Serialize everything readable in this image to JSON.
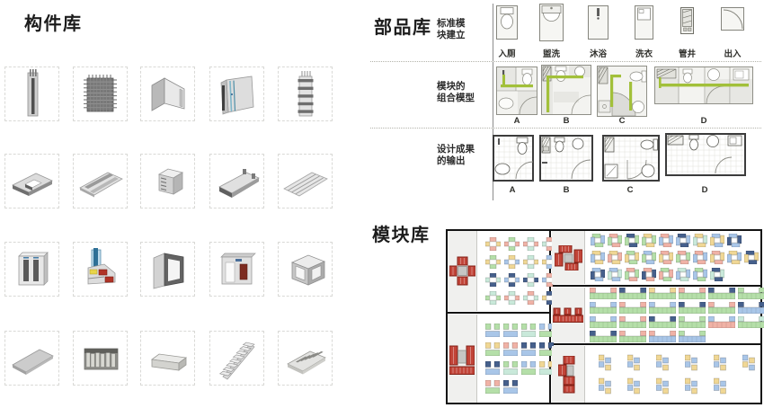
{
  "components": {
    "title": "构件库",
    "items": [
      {
        "name": "pc-beam-column"
      },
      {
        "name": "rebar-mesh-panel"
      },
      {
        "name": "l-shaped-wall-panel"
      },
      {
        "name": "sandwich-wall-panel"
      },
      {
        "name": "rebar-cage-column"
      },
      {
        "name": "notched-floor-slab"
      },
      {
        "name": "flat-rib-panel"
      },
      {
        "name": "precast-beam"
      },
      {
        "name": "edge-slab"
      },
      {
        "name": "ribbed-roof-panel"
      },
      {
        "name": "wall-panel-two-openings"
      },
      {
        "name": "window-frame-profile"
      },
      {
        "name": "door-frame"
      },
      {
        "name": "wall-panel-with-door"
      },
      {
        "name": "box-frame-module"
      },
      {
        "name": "flat-slab"
      },
      {
        "name": "precast-panel-stack"
      },
      {
        "name": "curb-block"
      },
      {
        "name": "precast-stair"
      },
      {
        "name": "slotted-grate-panel"
      }
    ]
  },
  "parts": {
    "title": "部品库",
    "accent_green": "#a2c03a",
    "rows": [
      {
        "label_lines": [
          "标准模",
          "块建立"
        ],
        "fixtures": [
          {
            "label": "入厕",
            "glyph": "toilet"
          },
          {
            "label": "盥洗",
            "glyph": "basin"
          },
          {
            "label": "沐浴",
            "glyph": "shower"
          },
          {
            "label": "洗衣",
            "glyph": "washer"
          },
          {
            "label": "管井",
            "glyph": "shaft"
          },
          {
            "label": "出入",
            "glyph": "entry"
          }
        ]
      },
      {
        "label_lines": [
          "模块的",
          "组合模型"
        ],
        "variants": [
          "A",
          "B",
          "C",
          "D"
        ]
      },
      {
        "label_lines": [
          "设计成果",
          "的输出"
        ],
        "variants": [
          "A",
          "B",
          "C",
          "D"
        ]
      }
    ]
  },
  "modules": {
    "title": "模块库",
    "palette": {
      "pink": "#f0b2a6",
      "yellow": "#f0d795",
      "green": "#b5dfa9",
      "mint": "#c9e9da",
      "blue": "#a9c6e8",
      "navy": "#46608c",
      "red": "#c14438",
      "red_dark": "#822218",
      "gray": "#c6c6c4"
    },
    "panels": [
      {
        "id": "cross-module-panel",
        "module": "cross",
        "cluster": "cross",
        "rows": [
          [
            [
              "pink",
              "yellow"
            ],
            [
              "green",
              "pink"
            ],
            [
              "mint",
              "pink"
            ],
            [
              "pink",
              "mint"
            ]
          ],
          [
            [
              "green",
              "yellow"
            ],
            [
              "yellow",
              "blue"
            ],
            [
              "mint",
              "yellow"
            ],
            [
              "blue",
              "yellow"
            ]
          ],
          [
            [
              "navy",
              "mint"
            ],
            [
              "navy",
              "blue"
            ],
            [
              "mint",
              "navy"
            ],
            [
              "pink",
              "blue"
            ]
          ],
          [
            [
              "mint",
              "green"
            ],
            [
              "mint",
              "pink"
            ],
            [
              "pink",
              "mint"
            ],
            [
              "navy",
              "yellow"
            ]
          ]
        ]
      },
      {
        "id": "pinwheel-module-panel",
        "module": "pinwheel",
        "cluster": "pinwheel",
        "rows": [
          [
            [
              "green",
              "blue"
            ],
            [
              "pink",
              "green"
            ],
            [
              "navy",
              "green"
            ],
            [
              "yellow",
              "green"
            ],
            [
              "pink",
              "blue"
            ],
            [
              "navy",
              "blue"
            ],
            [
              "yellow",
              "mint"
            ],
            [
              "blue",
              "yellow"
            ],
            [
              "blue",
              "navy"
            ]
          ],
          [
            [
              "yellow",
              "blue"
            ],
            [
              "yellow",
              "pink"
            ],
            [
              "green",
              "yellow"
            ],
            [
              "blue",
              "green"
            ],
            [
              "pink",
              "yellow"
            ],
            [
              "pink",
              "green"
            ],
            [
              "pink",
              "blue"
            ],
            [
              "pink",
              "yellow"
            ],
            [
              "yellow",
              "blue"
            ],
            [
              "navy",
              "yellow"
            ]
          ],
          [
            [
              "blue",
              "navy"
            ],
            [
              "blue",
              "mint"
            ],
            [
              "pink",
              "green"
            ],
            [
              "pink",
              "navy"
            ],
            [
              "green",
              "pink"
            ],
            [
              "mint",
              "blue"
            ],
            [
              "green",
              "blue"
            ],
            [
              "navy",
              "mint"
            ]
          ]
        ]
      },
      {
        "id": "u-module-panel",
        "module": "u",
        "cluster": "u",
        "rows": [
          [
            [
              "green",
              "blue"
            ],
            [
              "green",
              "blue"
            ],
            [
              "green",
              "mint"
            ],
            [
              "blue",
              "green"
            ]
          ],
          [
            [
              "yellow",
              "green"
            ],
            [
              "pink",
              "blue"
            ],
            [
              "navy",
              "blue"
            ],
            [
              "navy",
              "green"
            ]
          ],
          [
            [
              "navy",
              "blue"
            ],
            [
              "green",
              "mint"
            ],
            [
              "blue",
              "green"
            ],
            [
              "yellow",
              "mint"
            ]
          ],
          [
            [
              "pink",
              "green"
            ],
            [
              "navy",
              "blue"
            ]
          ]
        ]
      },
      {
        "id": "linear-module-panel",
        "module": "comb",
        "cluster": "linear",
        "rows": [
          [
            [
              "green",
              "pink"
            ],
            [
              "green",
              "navy"
            ],
            [
              "green",
              "yellow"
            ],
            [
              "green",
              "pink"
            ],
            [
              "green",
              "navy"
            ],
            [
              "green",
              "green"
            ]
          ],
          [
            [
              "green",
              "blue"
            ],
            [
              "green",
              "pink"
            ],
            [
              "green",
              "blue"
            ],
            [
              "green",
              "navy"
            ],
            [
              "green",
              "pink"
            ],
            [
              "blue",
              "navy"
            ]
          ],
          [
            [
              "green",
              "blue"
            ],
            [
              "green",
              "pink"
            ],
            [
              "green",
              "navy"
            ],
            [
              "green",
              "green"
            ],
            [
              "pink",
              "blue"
            ],
            [
              "green",
              "mint"
            ]
          ],
          [
            [
              "green",
              "navy"
            ],
            [
              "green",
              "pink"
            ],
            [
              "blue",
              "pink"
            ],
            [
              "blue",
              "green"
            ]
          ]
        ]
      },
      {
        "id": "zigzag-module-panel",
        "module": "s",
        "cluster": "z",
        "rows": [
          [
            [
              "yellow",
              "blue"
            ],
            [
              "yellow",
              "blue"
            ],
            [
              "yellow",
              "blue"
            ],
            [
              "yellow",
              "blue"
            ],
            [
              "yellow",
              "blue"
            ],
            [
              "blue",
              "yellow"
            ]
          ],
          [
            [
              "yellow",
              "blue"
            ],
            [
              "yellow",
              "blue"
            ],
            [
              "yellow",
              "blue"
            ],
            [
              "yellow",
              "blue"
            ],
            [
              "yellow",
              "blue"
            ]
          ]
        ]
      }
    ]
  }
}
